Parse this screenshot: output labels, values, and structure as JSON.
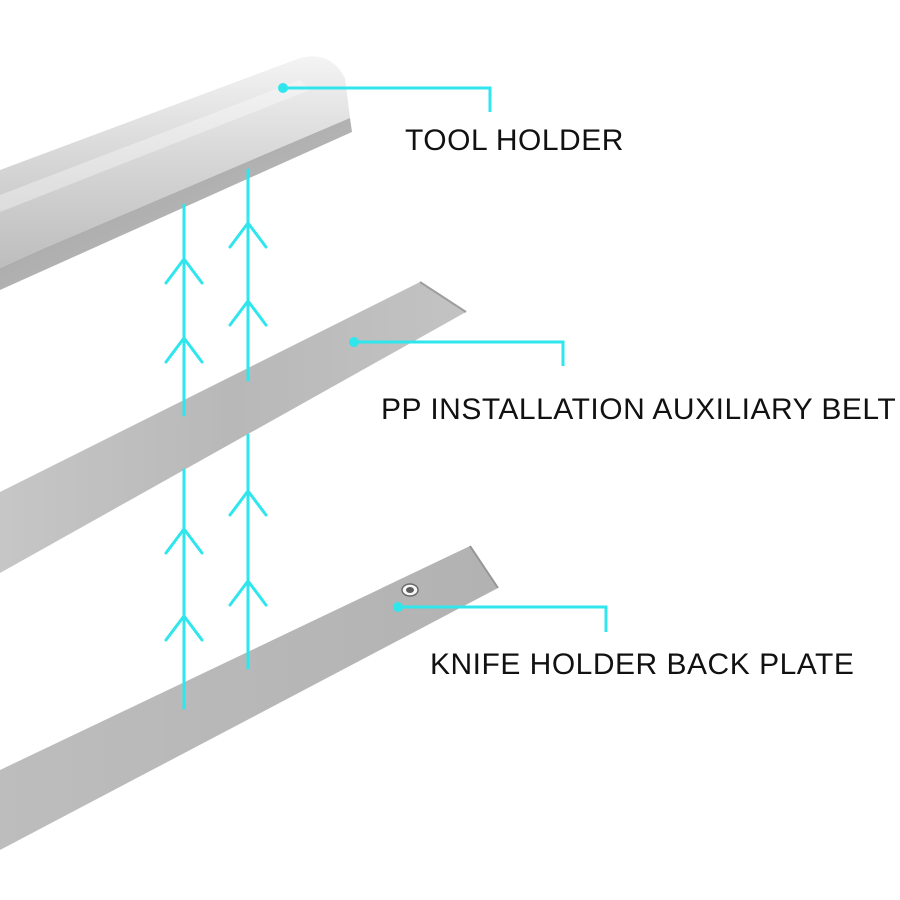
{
  "labels": {
    "tool_holder": "TOOL HOLDER",
    "pp_belt": "PP INSTALLATION AUXILIARY BELT",
    "back_plate": "KNIFE HOLDER BACK PLATE"
  },
  "parts": [
    {
      "id": "tool-holder",
      "kind": "aluminum channel"
    },
    {
      "id": "pp-belt",
      "kind": "flat strip"
    },
    {
      "id": "back-plate",
      "kind": "flat plate with screw hole"
    }
  ],
  "icons": [
    "up-arrow-chevron-icon",
    "callout-dot-icon",
    "screw-hole-icon"
  ],
  "colors": {
    "accent": "#2ee6ec",
    "metal_light": "#d9d9d9",
    "metal_dark": "#8c8c8c",
    "label_text": "#111111",
    "background": "#ffffff"
  }
}
